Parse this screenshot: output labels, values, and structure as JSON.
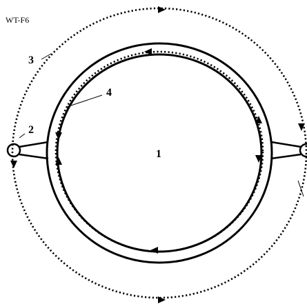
{
  "figure": {
    "id": "WT-F6",
    "labels": {
      "center": "1",
      "port": "2",
      "outer_loop": "3",
      "inner_loop": "4"
    }
  }
}
